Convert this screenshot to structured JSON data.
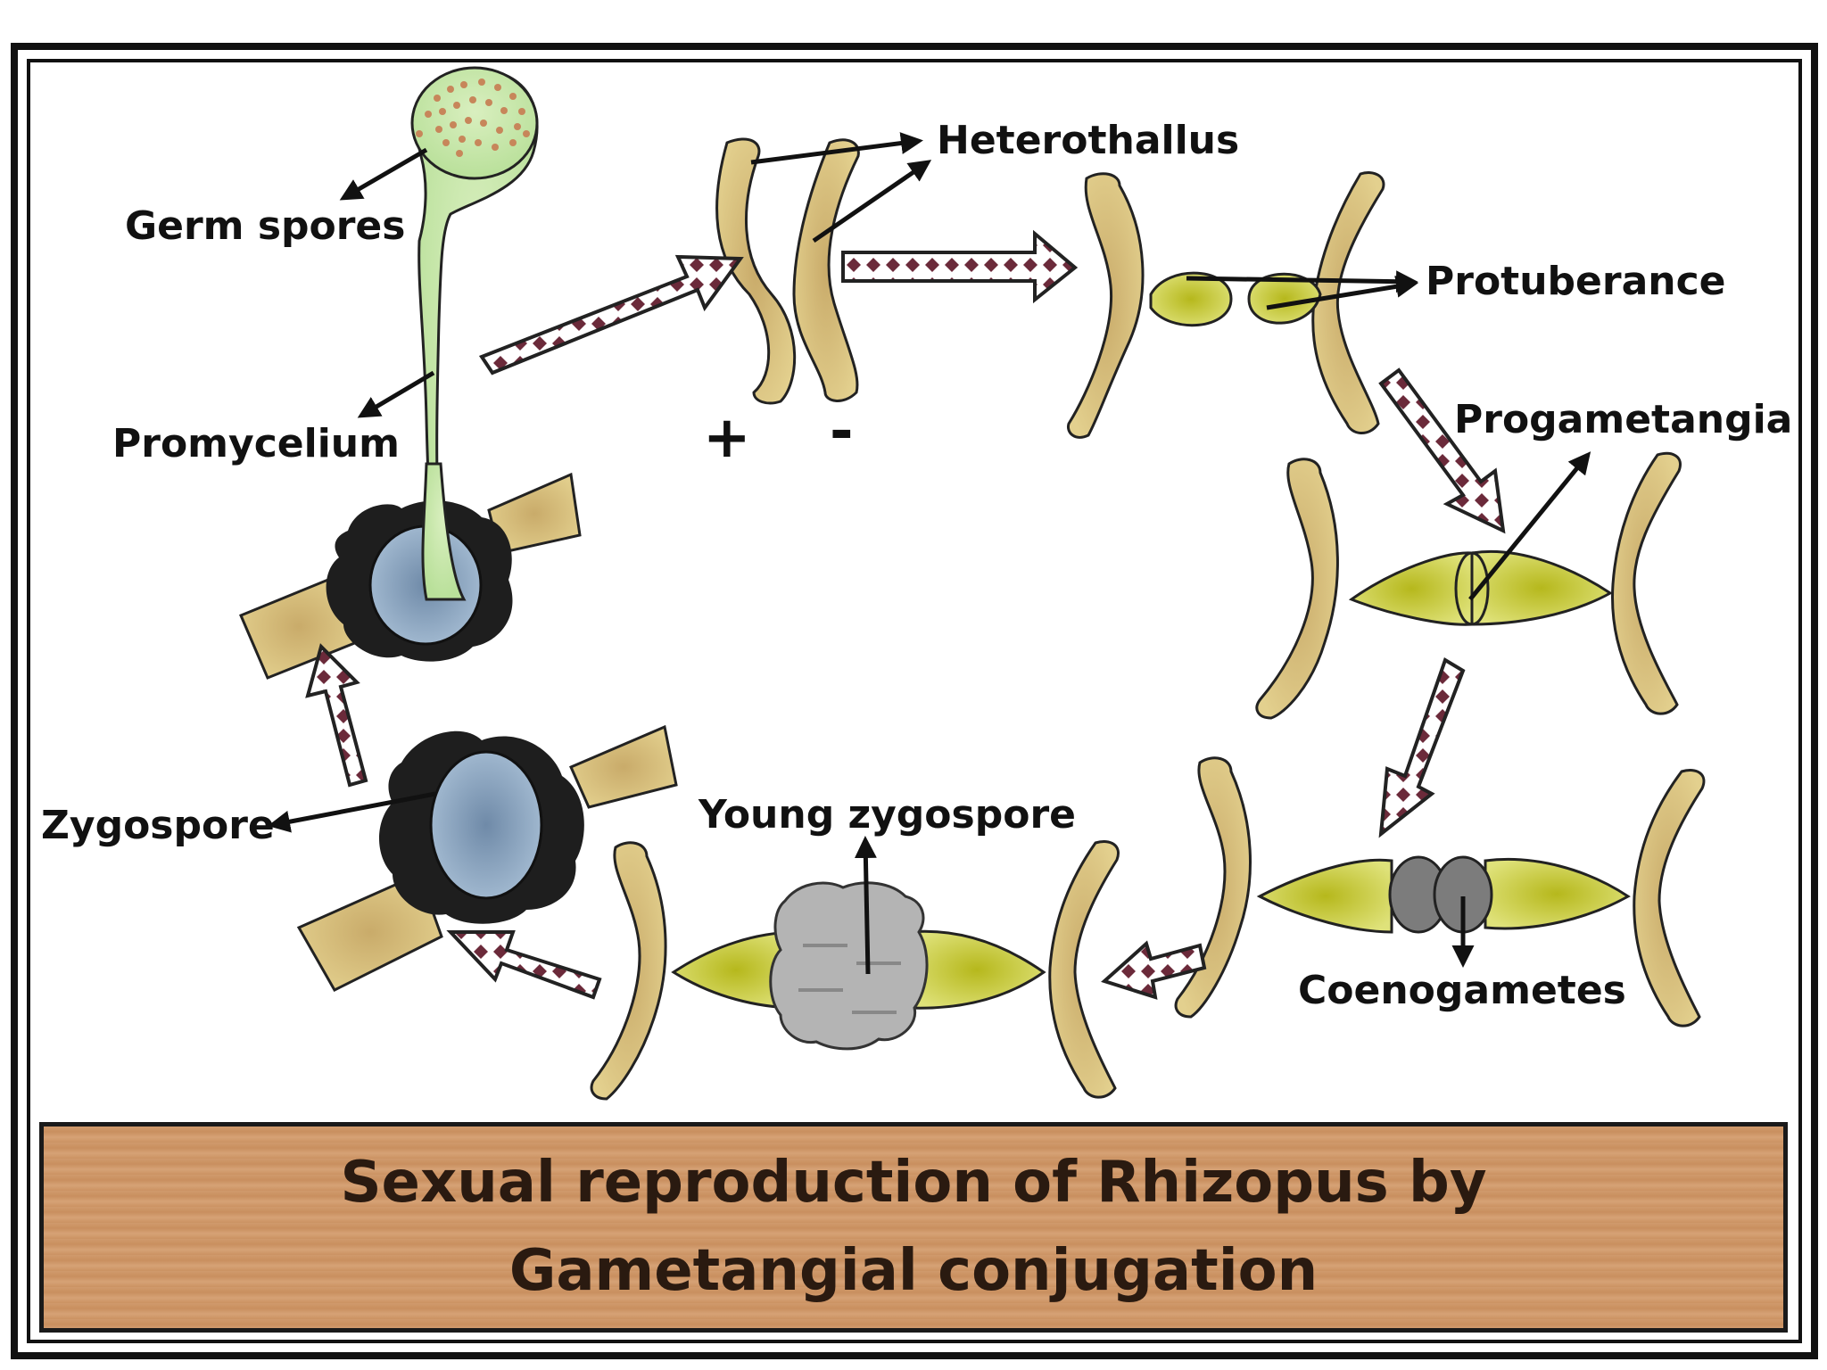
{
  "labels": {
    "germ_spores": "Germ spores",
    "promycelium": "Promycelium",
    "heterothallus": "Heterothallus",
    "plus": "+",
    "minus": "-",
    "protuberance": "Protuberance",
    "progametangia": "Progametangia",
    "coenogametes": "Coenogametes",
    "young_zygospore": "Young zygospore",
    "zygospore": "Zygospore"
  },
  "caption": "Sexual reproduction of Rhizopus by Gametangial conjugation",
  "colors": {
    "hypha": "#d8c27a",
    "gametangium": "#c8cc2e",
    "zygospore_coat": "#1e1e1e",
    "zygospore_core": "#8fa9c4",
    "young_zygospore": "#b4b4b4",
    "coenogamete": "#7c7c7c",
    "sporangium": "#c6e8a4",
    "caption_wood": "#cf9766"
  }
}
